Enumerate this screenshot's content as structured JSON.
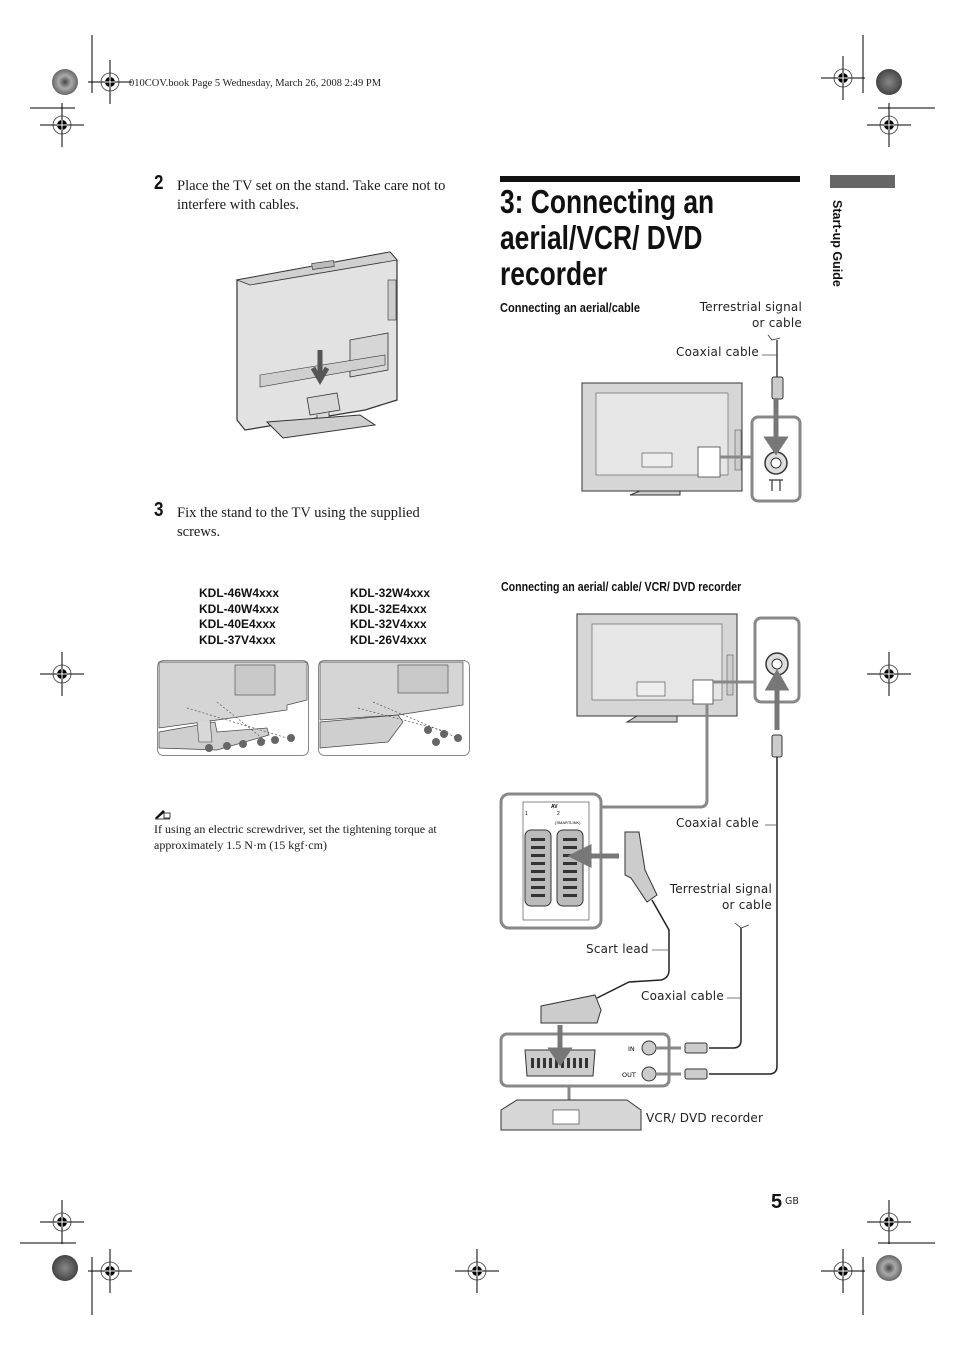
{
  "header": {
    "book_line": "010COV.book  Page 5  Wednesday, March 26, 2008  2:49 PM"
  },
  "side_tab": {
    "label": "Start-up Guide"
  },
  "left_column": {
    "step2": {
      "number": "2",
      "text": "Place the TV set on the stand. Take care not to interfere with cables."
    },
    "step3": {
      "number": "3",
      "text": "Fix the stand to the TV using the supplied screws."
    },
    "models_left": [
      "KDL-46W4xxx",
      "KDL-40W4xxx",
      "KDL-40E4xxx",
      "KDL-37V4xxx"
    ],
    "models_right": [
      "KDL-32W4xxx",
      "KDL-32E4xxx",
      "KDL-32V4xxx",
      "KDL-26V4xxx"
    ],
    "note": {
      "icon": "note-pencil-icon",
      "text": "If using an electric screwdriver, set the tightening torque at approximately 1.5 N·m (15 kgf·cm)"
    }
  },
  "right_column": {
    "title": "3: Connecting an aerial/VCR/ DVD recorder",
    "section1": {
      "heading": "Connecting an aerial/cable",
      "labels": {
        "terrestrial_line1": "Terrestrial signal",
        "terrestrial_line2": "or cable",
        "coaxial": "Coaxial cable"
      }
    },
    "section2": {
      "heading": "Connecting an aerial/ cable/ VCR/ DVD recorder",
      "labels": {
        "coaxial_1": "Coaxial cable",
        "terrestrial_line1": "Terrestrial signal",
        "terrestrial_line2": "or cable",
        "scart": "Scart lead",
        "coaxial_2": "Coaxial cable",
        "recorder": "VCR/ DVD recorder",
        "port_in": "IN",
        "port_out": "OUT",
        "av_label": "AV",
        "av1": "1",
        "av2": "2",
        "smartlink": "(SMARTLINK)"
      }
    }
  },
  "footer": {
    "page_number": "5",
    "page_suffix": "GB"
  }
}
